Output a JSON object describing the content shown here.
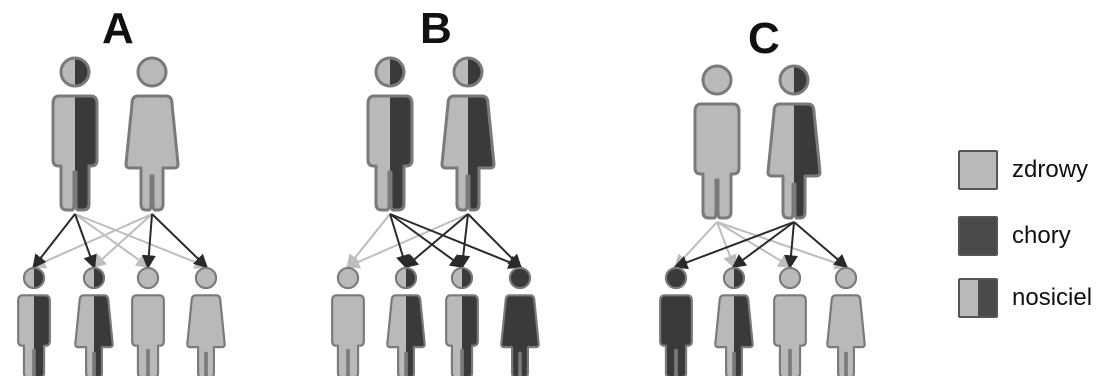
{
  "panels": [
    {
      "label": "A",
      "parents": [
        {
          "sex": "male",
          "status": "carrier"
        },
        {
          "sex": "female",
          "status": "healthy"
        }
      ],
      "children": [
        {
          "sex": "male",
          "status": "carrier"
        },
        {
          "sex": "female",
          "status": "carrier"
        },
        {
          "sex": "male",
          "status": "healthy"
        },
        {
          "sex": "female",
          "status": "healthy"
        }
      ]
    },
    {
      "label": "B",
      "parents": [
        {
          "sex": "male",
          "status": "carrier"
        },
        {
          "sex": "female",
          "status": "carrier"
        }
      ],
      "children": [
        {
          "sex": "male",
          "status": "healthy"
        },
        {
          "sex": "female",
          "status": "carrier"
        },
        {
          "sex": "male",
          "status": "carrier"
        },
        {
          "sex": "female",
          "status": "sick"
        }
      ]
    },
    {
      "label": "C",
      "parents": [
        {
          "sex": "male",
          "status": "healthy"
        },
        {
          "sex": "female",
          "status": "carrier"
        }
      ],
      "children": [
        {
          "sex": "male",
          "status": "sick"
        },
        {
          "sex": "female",
          "status": "carrier"
        },
        {
          "sex": "male",
          "status": "healthy"
        },
        {
          "sex": "female",
          "status": "healthy"
        }
      ]
    }
  ],
  "legend": {
    "healthy": "zdrowy",
    "sick": "chory",
    "carrier": "nosiciel"
  },
  "colors": {
    "healthy": "#b9b9b9",
    "sick": "#3a3a3a",
    "outline": "#7a7a7a",
    "arrow_light": "#bdbdbd",
    "arrow_dark": "#2a2a2a"
  }
}
